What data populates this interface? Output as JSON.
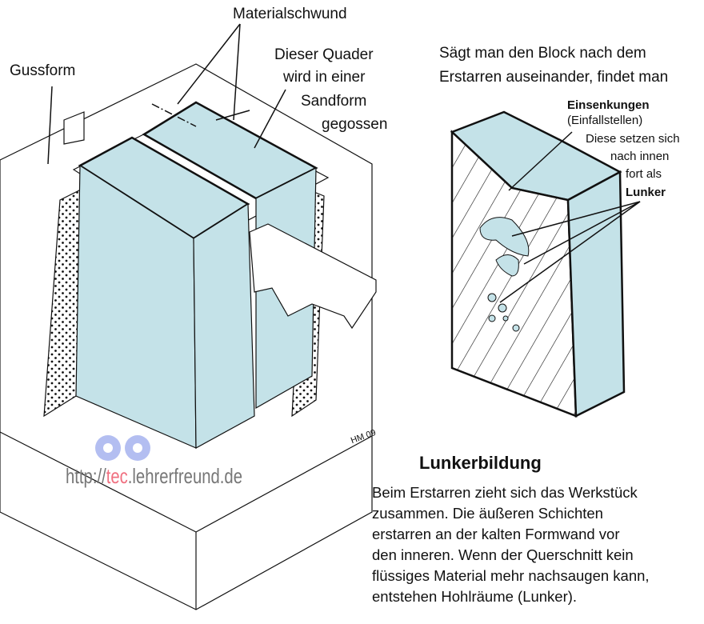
{
  "labels": {
    "materialschwund": "Materialschwund",
    "gussform": "Gussform",
    "quader": [
      "Dieser Quader",
      "wird in einer",
      "Sandform",
      "gegossen"
    ],
    "intro": [
      "Sägt man den Block nach dem",
      "Erstarren auseinander, findet man"
    ],
    "einsenkungen": "Einsenkungen",
    "einfallstellen": "(Einfallstellen)",
    "fortsetzung": [
      "Diese setzen sich",
      "nach innen",
      "fort als"
    ],
    "lunker": "Lunker"
  },
  "title": "Lunkerbildung",
  "description": [
    "Beim Erstarren zieht sich das Werkstück",
    "zusammen. Die äußeren Schichten",
    "erstarren an der kalten Formwand vor",
    "den inneren. Wenn der Querschnitt kein",
    "flüssiges Material mehr nachsaugen kann,",
    "entstehen Hohlräume (Lunker)."
  ],
  "watermark": {
    "prefix": "http://",
    "highlight": "tec",
    "suffix": ".lehrerfreund.de"
  },
  "signature": "HM 09",
  "colors": {
    "metal": "#c4e2e8",
    "outline": "#111111",
    "watermark_red": "#f07080"
  }
}
